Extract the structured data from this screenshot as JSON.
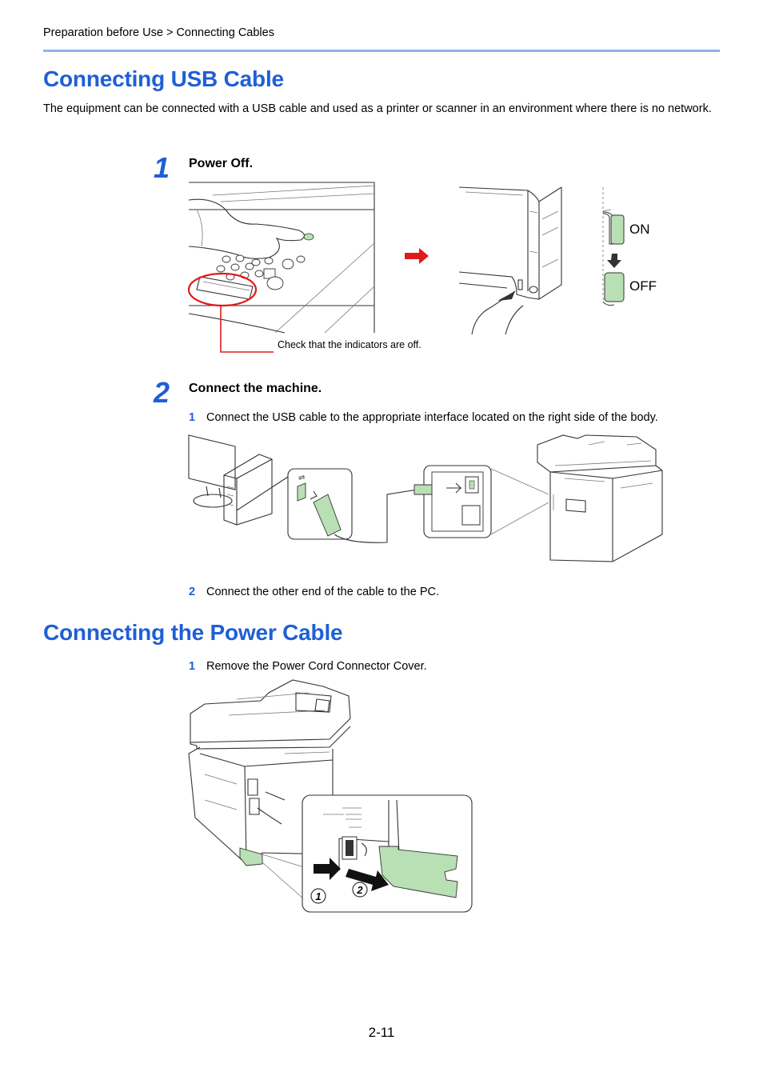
{
  "breadcrumb": "Preparation before Use > Connecting Cables",
  "sections": {
    "usb": {
      "title": "Connecting USB Cable",
      "intro": "The equipment can be connected with a USB cable and used as a printer or scanner in an environment where there is no network."
    },
    "power": {
      "title": "Connecting the Power Cable"
    }
  },
  "steps": {
    "step1": {
      "number": "1",
      "title": "Power Off.",
      "caption": "Check that the indicators are off.",
      "on_label": "ON",
      "off_label": "OFF"
    },
    "step2": {
      "number": "2",
      "title": "Connect the machine.",
      "sub1_num": "1",
      "sub1_text": "Connect the USB cable to the appropriate interface located on the right side of the body.",
      "sub2_num": "2",
      "sub2_text": "Connect the other end of the cable to the PC."
    },
    "power_step": {
      "sub1_num": "1",
      "sub1_text": "Remove the Power Cord Connector Cover.",
      "callout1": "1",
      "callout2": "2"
    }
  },
  "page_number": "2-11",
  "colors": {
    "heading": "#1f5fd6",
    "rule": "#8fb3e9",
    "highlight": "#e11b1b",
    "green": "#b9e0b4"
  }
}
